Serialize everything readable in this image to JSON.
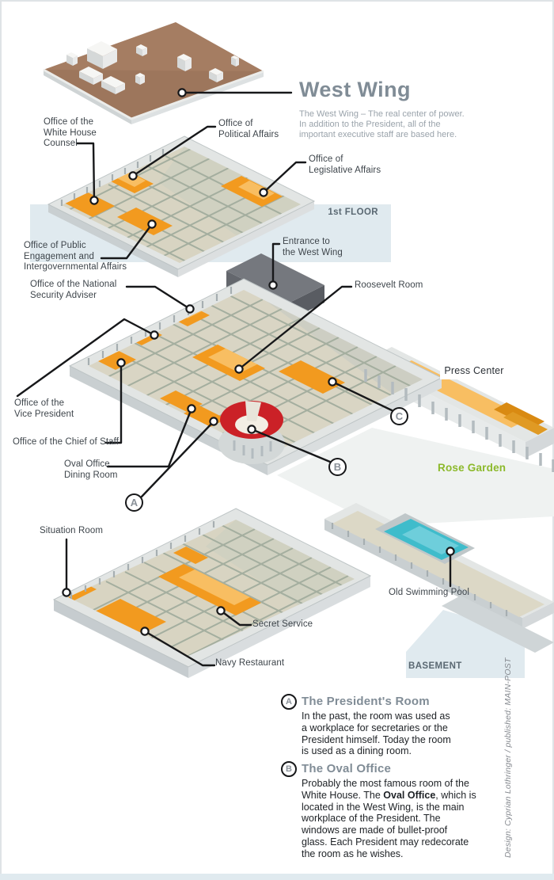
{
  "title": "West Wing",
  "intro": "The West Wing – The real center of power.\nIn addition to the President, all of the\nimportant executive staff are based here.",
  "floor_bands": {
    "first": "1st FLOOR",
    "basement": "BASEMENT"
  },
  "rooms": {
    "counsel": "Office of the\nWhite House\nCounsel",
    "political": "Office of\nPolitical Affairs",
    "legislative": "Office of\nLegislative Affairs",
    "engagement": "Office of Public\nEngagement and\nIntergovernmental Affairs",
    "entrance": "Entrance to\nthe West Wing",
    "nsa": "Office of the National\nSecurity Adviser",
    "roosevelt": "Roosevelt Room",
    "vp": "Office of the\nVice President",
    "cos": "Office of the Chief of Staff",
    "dining": "Oval Office\nDining Room",
    "situation": "Situation Room",
    "pool": "Old Swimming Pool",
    "secret": "Secret Service",
    "navy": "Navy Restaurant"
  },
  "areas": {
    "press_center": "Press Center",
    "rose_garden": "Rose Garden"
  },
  "markers": {
    "a": "A",
    "b": "B",
    "c": "C"
  },
  "legend": [
    {
      "marker": "A",
      "title": "The President's Room",
      "body": "In the past, the room was used as\na workplace for secretaries or the\nPresident himself. Today the room\nis used as a dining room."
    },
    {
      "marker": "B",
      "title": "The Oval Office",
      "body_pre": "Probably the most famous room of the\nWhite House. The ",
      "body_bold": "Oval Office",
      "body_post": ", which is\nlocated in the West Wing, is the main\nworkplace of the President. The\nwindows are made of bullet-proof\nglass. Each President may redecorate\nthe room as he wishes."
    }
  ],
  "credit": "Design: Cyprian Lothringer / published: MAIN-POST",
  "colors": {
    "orange": "#F29A1F",
    "orangelight": "#F8BE62",
    "red": "#CB2127",
    "poolcyan": "#3FBCCB",
    "rosegreen": "#8CB92B",
    "roofbrown": "#A57D62",
    "band": "#E0EAEF",
    "bandtext": "#5A6872",
    "heading": "#808C96",
    "intro": "#9AA3AB",
    "label": "#3E454B",
    "credit": "#85898F",
    "ink": "#17181A"
  }
}
